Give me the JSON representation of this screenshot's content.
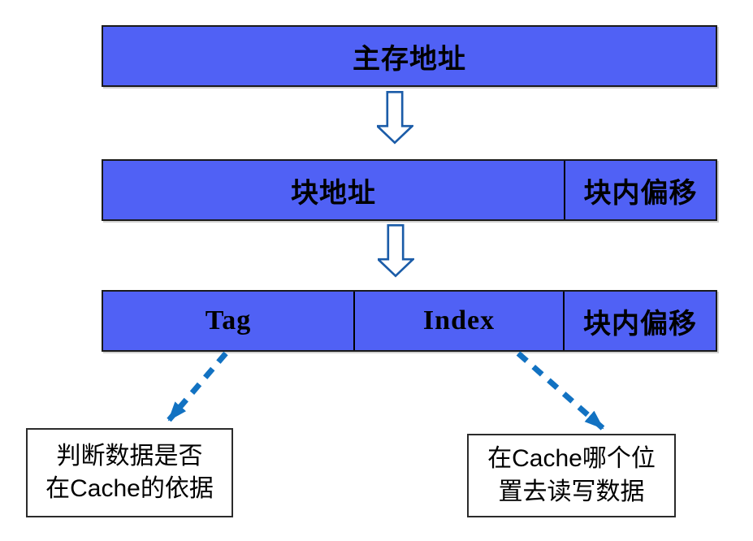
{
  "bars": {
    "main_memory": {
      "label": "主存地址"
    },
    "block_level": {
      "block_address": "块地址",
      "block_offset": "块内偏移"
    },
    "cache_level": {
      "tag": "Tag",
      "index": "Index",
      "block_offset": "块内偏移"
    }
  },
  "notes": {
    "tag_note": {
      "line1": "判断数据是否",
      "line2": "在Cache的依据"
    },
    "index_note": {
      "line1": "在Cache哪个位",
      "line2": "置去读写数据"
    }
  },
  "colors": {
    "bar_fill": "#5061F5",
    "bar_border": "#1A1A1A",
    "block_arrow_outline": "#1B5CA8",
    "block_arrow_fill": "#FFFFFF",
    "dashed_arrow": "#1272C2",
    "note_border": "#2B2B2B",
    "text": "#000000",
    "background": "#FFFFFF"
  }
}
